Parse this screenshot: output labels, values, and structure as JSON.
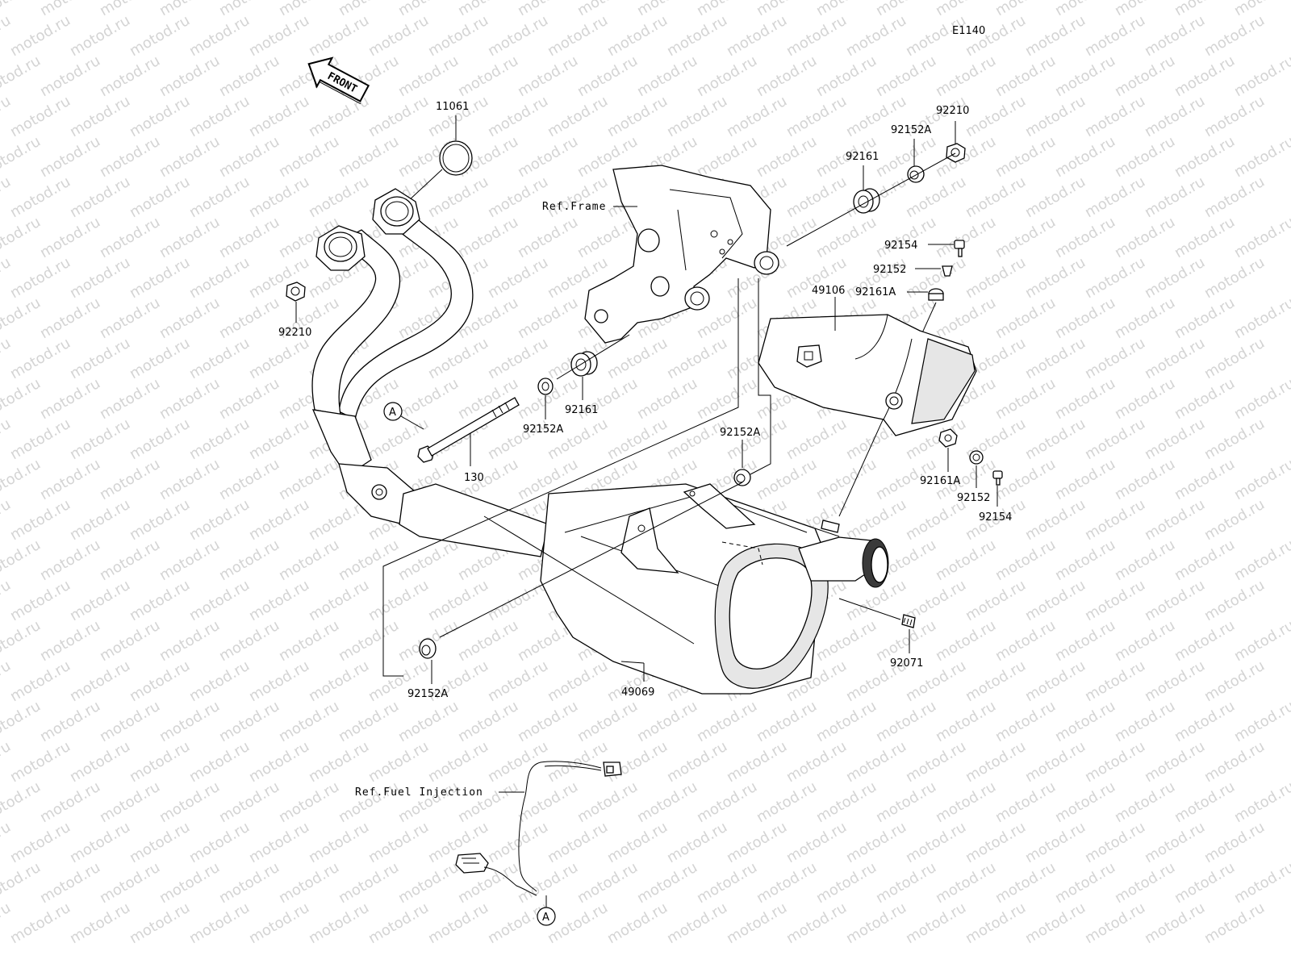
{
  "diagram_code": "E1140",
  "watermark_text": "motod.ru",
  "front_arrow_label": "FRONT",
  "references": {
    "frame": "Ref.Frame",
    "fuel_injection": "Ref.Fuel Injection"
  },
  "callout_marker": "A",
  "parts": {
    "gasket_11061": "11061",
    "nut_92210_left": "92210",
    "nut_92210_right": "92210",
    "collar_92152A_right_top": "92152A",
    "damper_92161_top": "92161",
    "bolt_92154_top": "92154",
    "washer_92152_top": "92152",
    "damper_92161A_top": "92161A",
    "cover_49106": "49106",
    "damper_92161_mid": "92161",
    "collar_92152A_mid": "92152A",
    "bolt_130": "130",
    "collar_92152A_center": "92152A",
    "damper_92161A_right": "92161A",
    "washer_92152_right": "92152",
    "bolt_92154_right": "92154",
    "band_92071": "92071",
    "collar_92152A_bottom": "92152A",
    "muffler_49069": "49069"
  }
}
